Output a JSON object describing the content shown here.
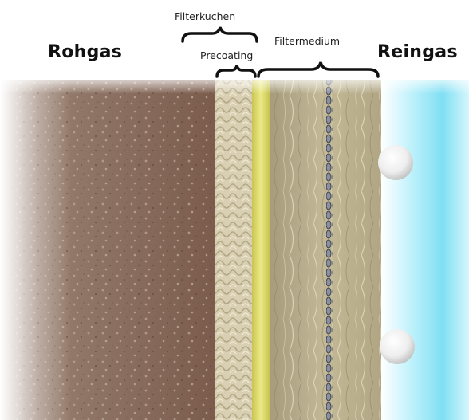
{
  "labels": {
    "rohgas": "Rohgas",
    "reingas": "Reingas",
    "filterkuchen": "Filterkuchen",
    "precoating": "Precoating",
    "filtermedium": "Filtermedium"
  },
  "colors": {
    "filter_cake": "#8a6f5e",
    "precoating": "#d8cfb3",
    "yellow_band": "#e4e27a",
    "filter_medium": "#b9ae8d",
    "wire_mesh": "#6f7585",
    "clean_gas": "#8fe4f5"
  }
}
